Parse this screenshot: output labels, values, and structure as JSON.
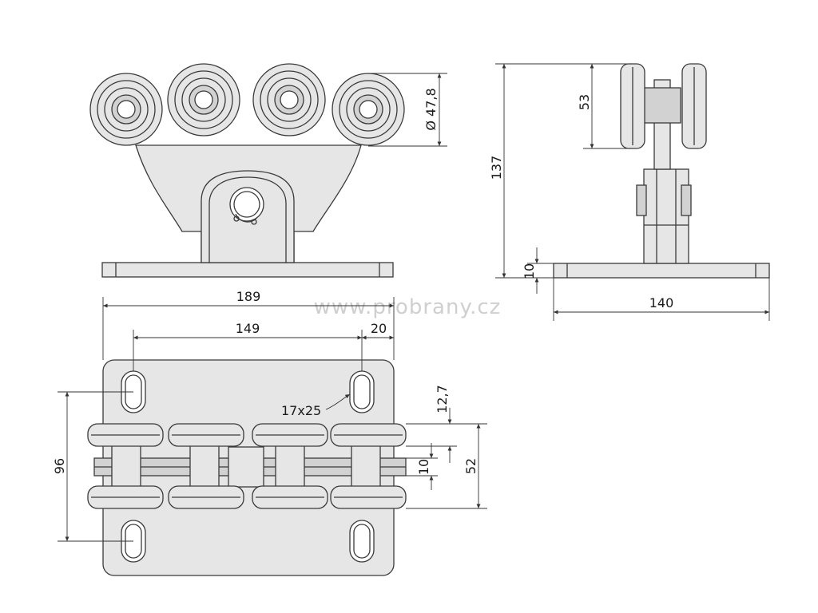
{
  "watermark": "www.probrany.cz",
  "dimensions": {
    "diameter": "Ø 47,8",
    "height_roller": "53",
    "height_total": "137",
    "plate_thickness_side": "10",
    "plate_depth": "140",
    "plate_length": "189",
    "hole_spacing": "149",
    "edge_offset": "20",
    "slot_size": "17x25",
    "dim_12_7": "12,7",
    "dim_10_bottom": "10",
    "dim_52": "52",
    "dim_96": "96"
  },
  "colors": {
    "line": "#3a3a3a",
    "fill": "#e6e6e6"
  }
}
